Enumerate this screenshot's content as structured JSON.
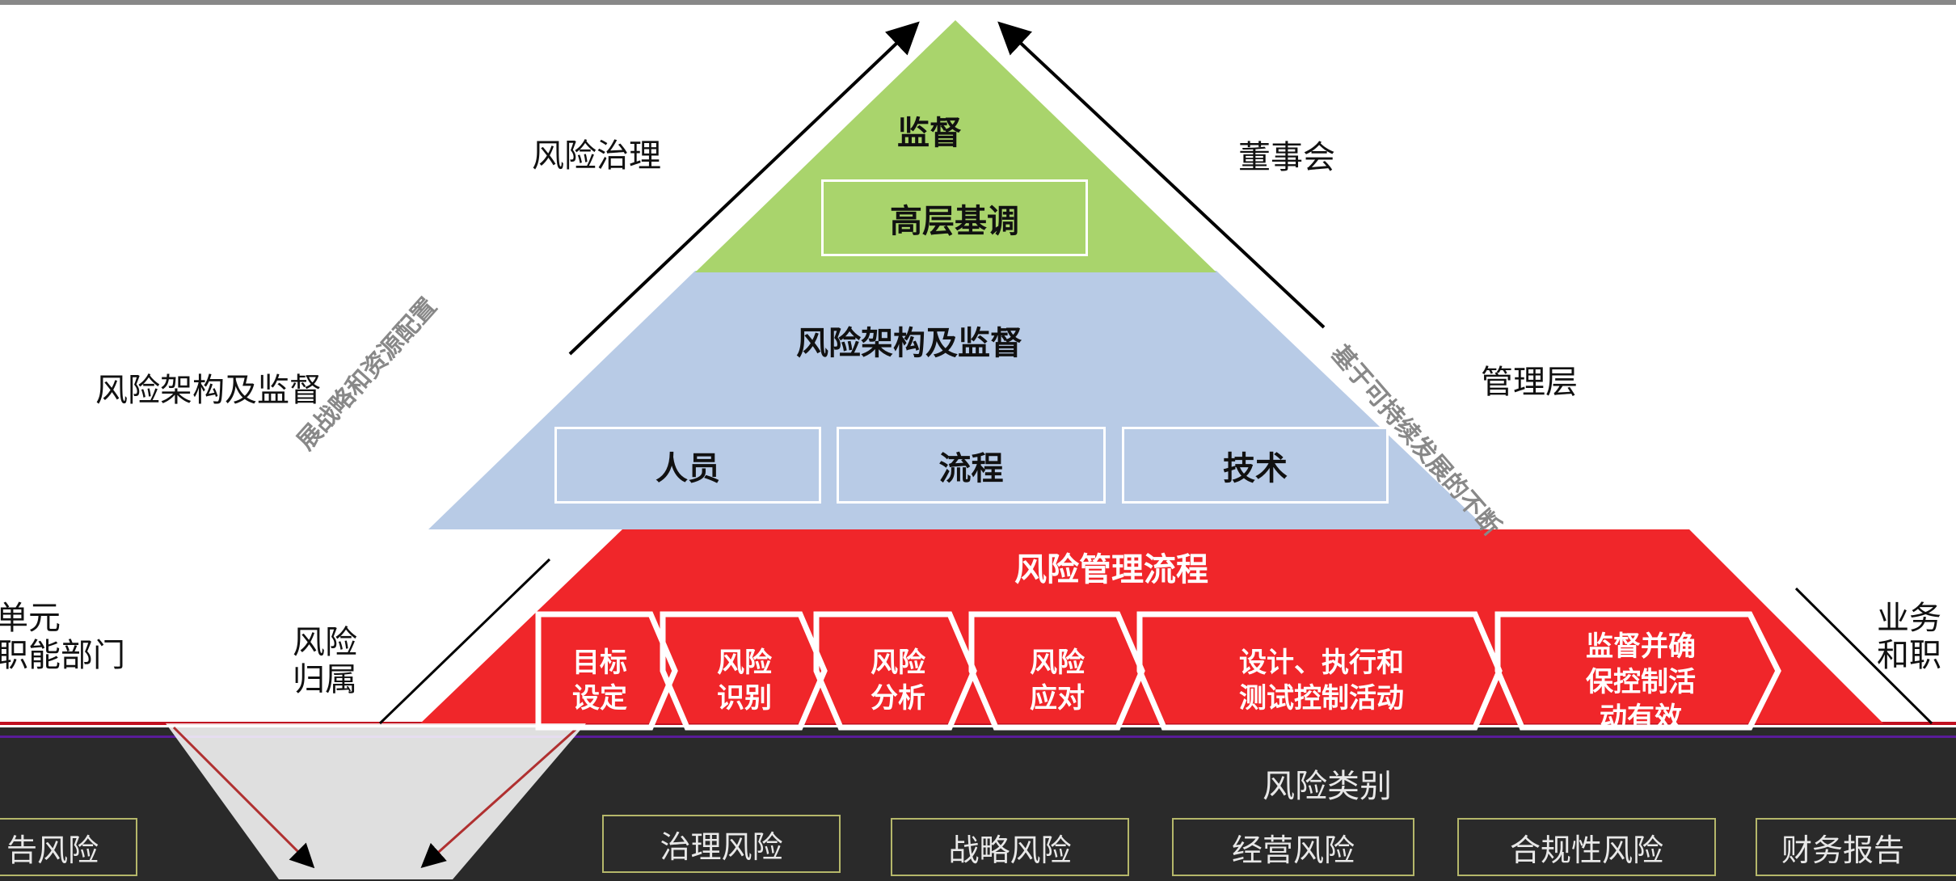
{
  "colors": {
    "top_green": "#a9d46c",
    "middle_blue": "#b8cbe6",
    "process_red": "#f0262a",
    "bottom_dark": "#2a2a2a"
  },
  "top_section": {
    "title": "监督",
    "box": "高层基调",
    "left_label": "风险治理",
    "right_label": "董事会"
  },
  "middle_section": {
    "title": "风险架构及监督",
    "boxes": [
      "人员",
      "流程",
      "技术"
    ],
    "left_label": "风险架构及监督",
    "right_label": "管理层",
    "left_rotated_text": "展战略和资源配置",
    "right_rotated_text": "基于可持续发展的不断"
  },
  "process_section": {
    "title": "风险管理流程",
    "steps": [
      {
        "line1": "目标",
        "line2": "设定"
      },
      {
        "line1": "风险",
        "line2": "识别"
      },
      {
        "line1": "风险",
        "line2": "分析"
      },
      {
        "line1": "风险",
        "line2": "应对"
      },
      {
        "line1": "设计、执行和",
        "line2": "测试控制活动"
      },
      {
        "line1": "监督并确",
        "line2": "保控制活",
        "line3": "动有效"
      }
    ],
    "left_outer": {
      "line1": "单元",
      "line2": "职能部门"
    },
    "left_inner": {
      "line1": "风险",
      "line2": "归属"
    },
    "right_outer": {
      "line1": "业务",
      "line2": "和职"
    }
  },
  "bottom_section": {
    "title": "风险类别",
    "categories": [
      "治理风险",
      "战略风险",
      "经营风险",
      "合规性风险",
      "财务报告"
    ],
    "left_partial_category": "告风险"
  }
}
